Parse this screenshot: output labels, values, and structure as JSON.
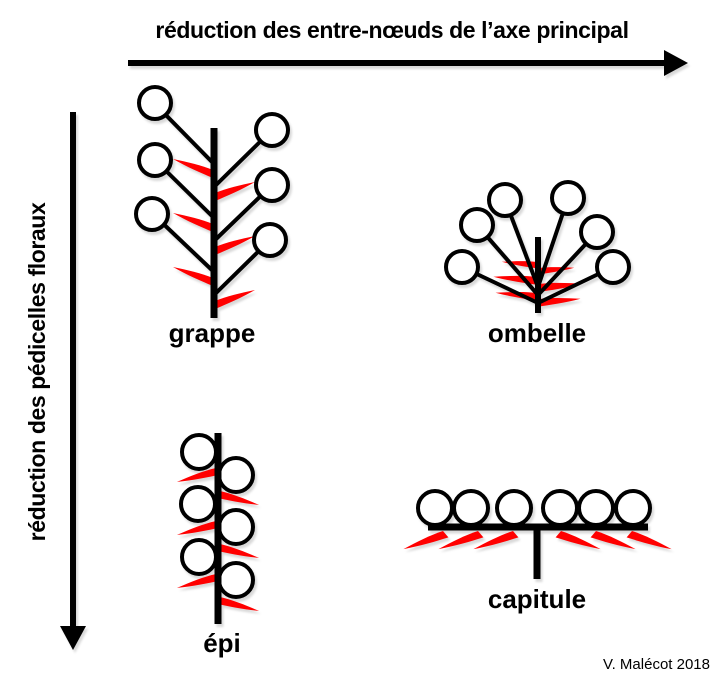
{
  "page": {
    "x_axis": {
      "label": "réduction des entre-nœuds de l’axe principal"
    },
    "y_axis": {
      "label": "réduction des pédicelles floraux"
    },
    "diagrams": {
      "grappe": {
        "label": "grappe"
      },
      "ombelle": {
        "label": "ombelle"
      },
      "epi": {
        "label": "épi"
      },
      "capitule": {
        "label": "capitule"
      }
    },
    "attribution": "V. Malécot 2018",
    "colors": {
      "ink": "#000000",
      "bract_red": "#ff0000",
      "paper": "#ffffff"
    }
  }
}
